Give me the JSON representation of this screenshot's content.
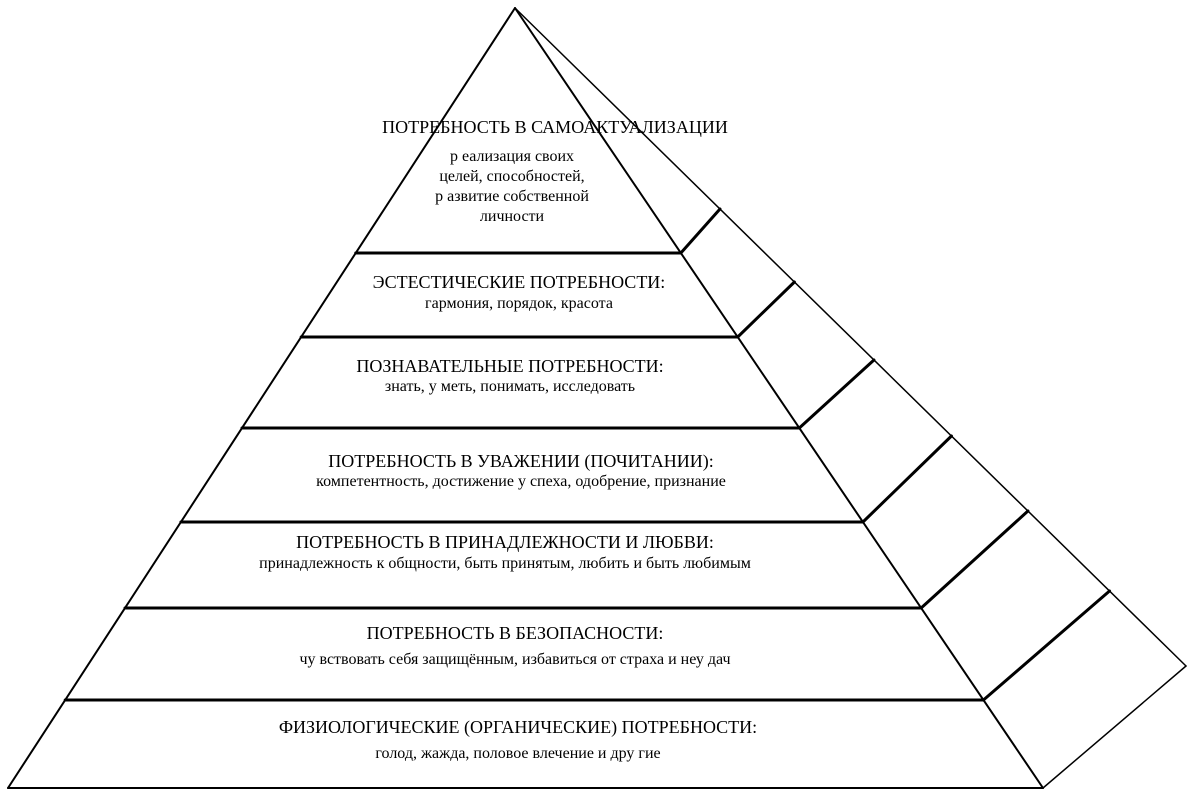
{
  "colors": {
    "line": "#000000",
    "background": "#ffffff"
  },
  "levels": [
    {
      "title": "ПОТРЕБНОСТЬ В САМОАКТУАЛИЗАЦИИ",
      "desc": [
        "р еализация своих",
        "целей, способностей,",
        "р азвитие собственной",
        "личности"
      ]
    },
    {
      "title": "ЭСТЕСТИЧЕСКИЕ ПОТРЕБНОСТИ:",
      "desc": [
        "гармония, порядок, красота"
      ]
    },
    {
      "title": "ПОЗНАВАТЕЛЬНЫЕ ПОТРЕБНОСТИ:",
      "desc": [
        "знать, у меть, понимать, исследовать"
      ]
    },
    {
      "title": "ПОТРЕБНОСТЬ В УВАЖЕНИИ (ПОЧИТАНИИ):",
      "desc": [
        "компетентность, достижение у спеха, одобрение, признание"
      ]
    },
    {
      "title": "ПОТРЕБНОСТЬ В ПРИНАДЛЕЖНОСТИ И ЛЮБВИ:",
      "desc": [
        "принадлежность к общности, быть принятым, любить и быть любимым"
      ]
    },
    {
      "title": "ПОТРЕБНОСТЬ В БЕЗОПАСНОСТИ:",
      "desc": [
        "чу вствовать себя защищённым, избавиться от страха и неу дач"
      ]
    },
    {
      "title": "ФИЗИОЛОГИЧЕСКИЕ (ОРГАНИЧЕСКИЕ) ПОТРЕБНОСТИ:",
      "desc": [
        "голод, жажда, половое влечение и дру гие"
      ]
    }
  ]
}
